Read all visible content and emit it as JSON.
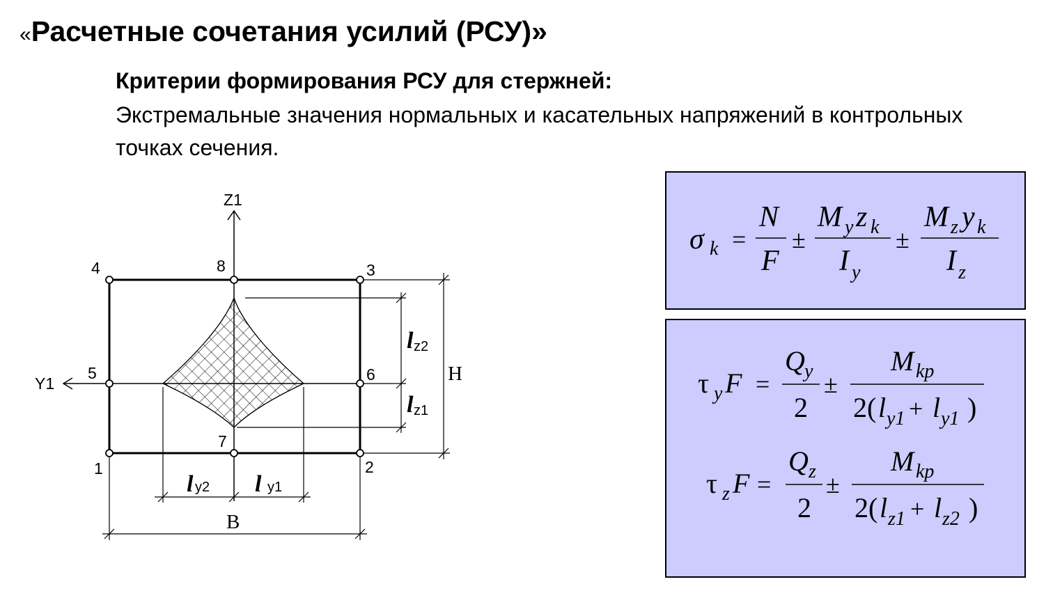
{
  "header": {
    "quote_open": "«",
    "title": "Расчетные сочетания усилий (РСУ)",
    "quote_close": "»"
  },
  "subtitle": "Критерии формирования РСУ для стержней:",
  "body_text": "Экстремальные значения нормальных и касательных напряжений в контрольных точках сечения.",
  "diagram": {
    "axis_z": "Z1",
    "axis_y": "Y1",
    "points": [
      "1",
      "2",
      "3",
      "4",
      "5",
      "6",
      "7",
      "8"
    ],
    "dim_b": "B",
    "dim_h": "H",
    "l_letter": "l",
    "sub_y1": "y1",
    "sub_y2": "y2",
    "sub_z1": "z1",
    "sub_z2": "z2"
  },
  "formula_sigma": {
    "lhs": "σ",
    "lhs_sub": "k",
    "eq": "=",
    "n": "N",
    "f": "F",
    "pm": "±",
    "my": "M",
    "my_sub": "y",
    "zk": "z",
    "zk_sub": "k",
    "iy": "I",
    "iy_sub": "y",
    "mz": "M",
    "mz_sub": "z",
    "yk": "y",
    "yk_sub": "k",
    "iz": "I",
    "iz_sub": "z"
  },
  "formula_tau_y": {
    "tau": "τ",
    "tau_sub": "y",
    "f": "F",
    "eq": "=",
    "q": "Q",
    "q_sub": "y",
    "two": "2",
    "pm": "±",
    "m": "M",
    "m_sub": "kp",
    "den_open": "2(",
    "l1": "l",
    "l1_sub": "y1",
    "plus": "+",
    "l2": "l",
    "l2_sub": "y1",
    "den_close": ")"
  },
  "formula_tau_z": {
    "tau": "τ",
    "tau_sub": "z",
    "f": "F",
    "eq": "=",
    "q": "Q",
    "q_sub": "z",
    "two": "2",
    "pm": "±",
    "m": "M",
    "m_sub": "kp",
    "den_open": "2(",
    "l1": "l",
    "l1_sub": "z1",
    "plus": "+",
    "l2": "l",
    "l2_sub": "z2",
    "den_close": ")"
  }
}
